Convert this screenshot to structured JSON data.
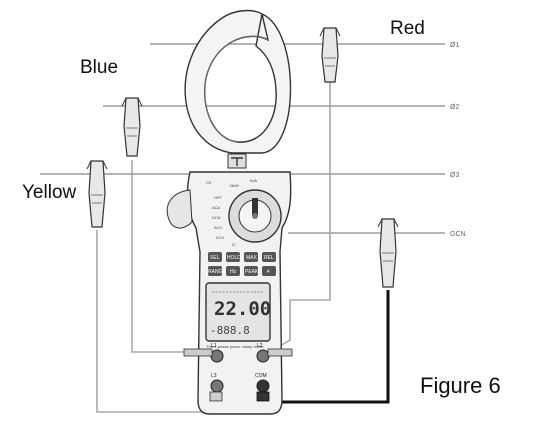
{
  "labels": {
    "red": "Red",
    "blue": "Blue",
    "yellow": "Yellow",
    "figure": "Figure 6"
  },
  "conductors": {
    "phase1": "Ø1",
    "phase2": "Ø2",
    "phase3": "Ø3",
    "neutral": "GCN"
  },
  "meter": {
    "display_main": "22.00",
    "display_sub": "-888.8",
    "brand_text": "Three-phase power clamp meter",
    "jack_labels": [
      "L1",
      "L2",
      "L3",
      "COM"
    ],
    "button_labels": [
      "SEL",
      "HOLD",
      "MAX",
      "REL",
      "RANGE",
      "Hz",
      "PEAK",
      "☀"
    ]
  },
  "colors": {
    "line": "#888888",
    "body": "#f2f2f2",
    "lead": "#a9a9a9",
    "com_lead": "#111111"
  }
}
